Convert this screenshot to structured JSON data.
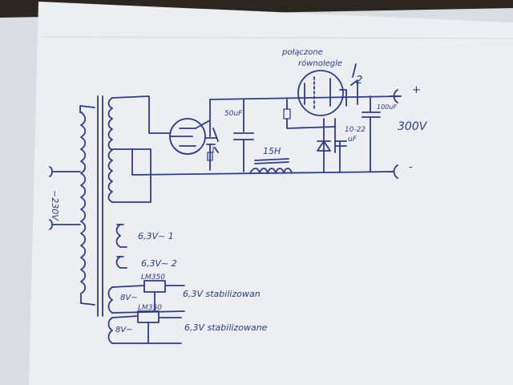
{
  "ink_color": "#2d3c8c",
  "paper_color": "#eceef1",
  "background_color": "#2b2620",
  "labels": {
    "mains": "~230V",
    "parallel_1": "połączone",
    "parallel_2": "równolegle",
    "cap_filter": "50uF",
    "cap_out": "100uF",
    "cap_ref": "10-22 uF",
    "choke": "15H",
    "output_voltage": "300V",
    "plus": "+",
    "minus": "-",
    "heater1": "6,3V~ 1",
    "heater2": "6,3V~ 2",
    "reg_top": "LM350",
    "reg_bottom": "LM350",
    "v8_top": "8V~",
    "v8_bottom": "8V~",
    "stab1": "6,3V stabilizowan",
    "stab2": "6,3V stabilizowane",
    "tube_num": "2"
  }
}
